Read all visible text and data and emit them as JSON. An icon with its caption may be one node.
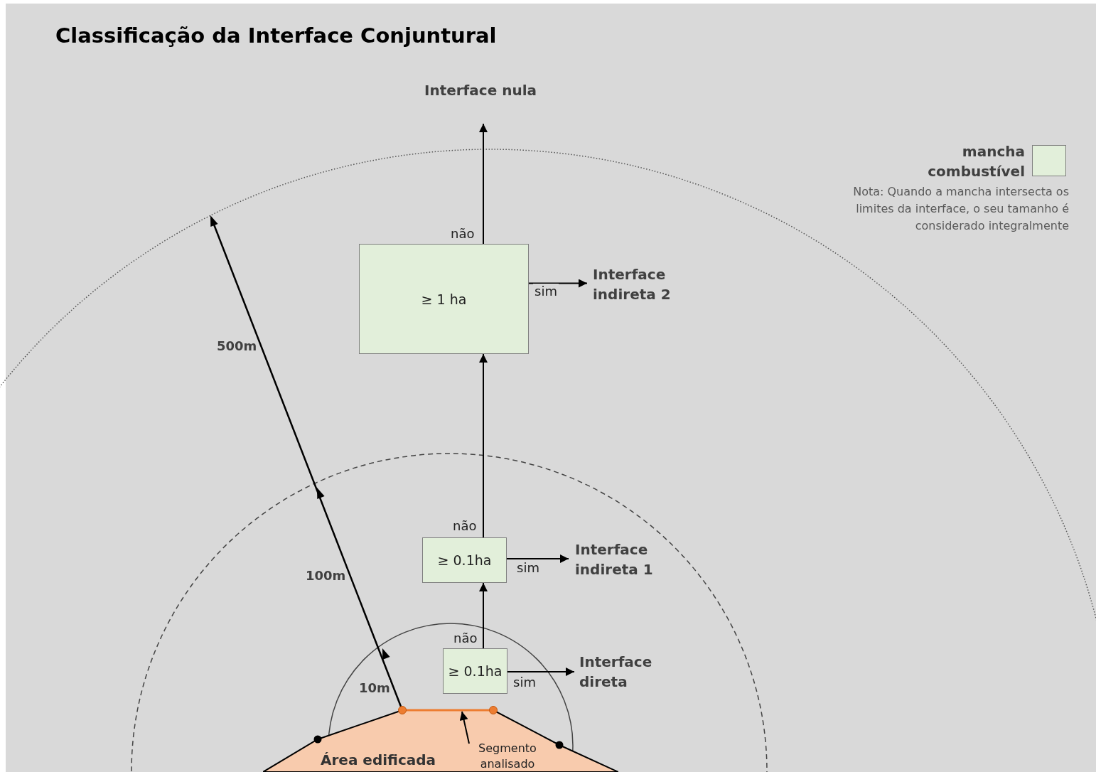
{
  "diagram": {
    "title": "Classificação da Interface Conjuntural",
    "nodes": [
      {
        "text": [
          "≥ 0.1ha"
        ]
      },
      {
        "text": [
          "Interface direta"
        ]
      },
      {
        "text": [
          "≥ 0.1ha"
        ]
      },
      {
        "text": [
          "Interface indireta 1"
        ]
      },
      {
        "text": [
          "≥ 1 ha"
        ]
      },
      {
        "text": [
          "Interface indireta 2"
        ]
      },
      {
        "text": [
          "Interface nula"
        ]
      },
      {
        "text": [
          "Área edificada"
        ]
      },
      {
        "text": [
          "Segmento analisado"
        ],
        "in": 7
      },
      {
        "text": [],
        "shape": "line"
      }
    ],
    "edges": [
      {
        "from": 0,
        "to": 1,
        "arrow": "to",
        "label": "sim"
      },
      {
        "from": 0,
        "to": 2,
        "arrow": "to",
        "label": "não"
      },
      {
        "from": 2,
        "to": 3,
        "arrow": "to",
        "label": "sim"
      },
      {
        "from": 2,
        "to": 4,
        "arrow": "to",
        "label": "não"
      },
      {
        "from": 4,
        "to": 5,
        "arrow": "to",
        "label": "sim"
      },
      {
        "from": 4,
        "to": 6,
        "arrow": "to",
        "label": "não"
      },
      {
        "from": 8,
        "to": 9,
        "arrow": "to"
      }
    ],
    "labels": [
      "10m",
      "100m",
      "500m",
      "Nota: Quando a mancha intersecta os limites da interface, o seu tamanho é considerado integralmente"
    ],
    "legend": [
      {
        "text": "mancha combustível",
        "color": "#e2efda"
      }
    ]
  }
}
